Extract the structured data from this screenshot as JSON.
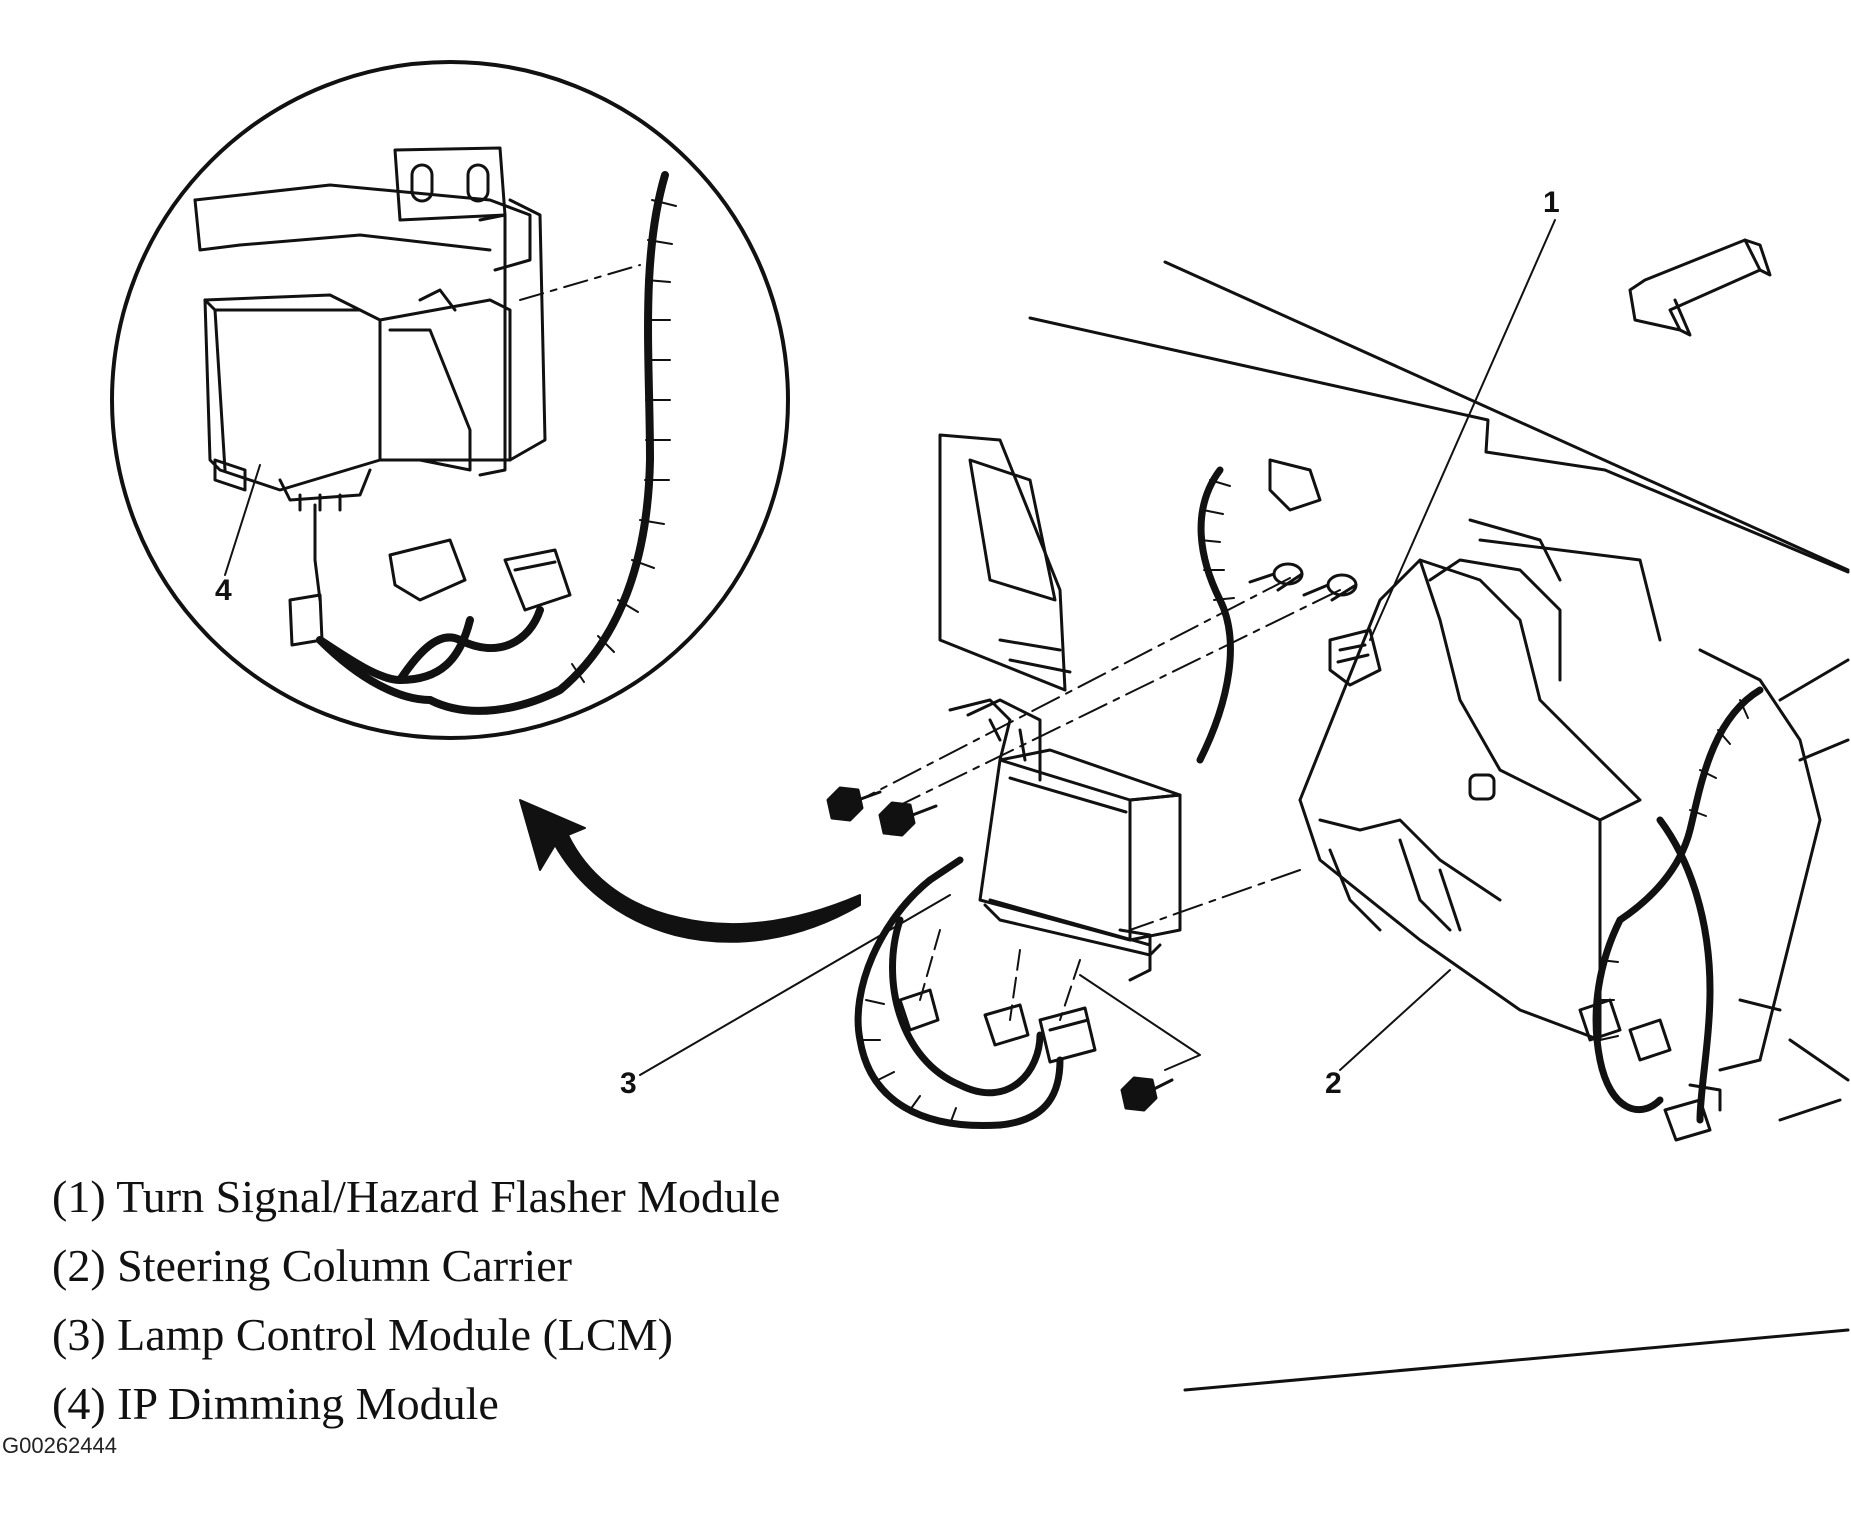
{
  "callouts": {
    "c1": "1",
    "c2": "2",
    "c3": "3",
    "c4": "4"
  },
  "legend": [
    "(1) Turn Signal/Hazard Flasher Module",
    "(2) Steering Column Carrier",
    "(3) Lamp Control Module (LCM)",
    "(4) IP Dimming Module"
  ],
  "figure_code": "G00262444",
  "colors": {
    "ink": "#111111",
    "background": "#ffffff"
  }
}
